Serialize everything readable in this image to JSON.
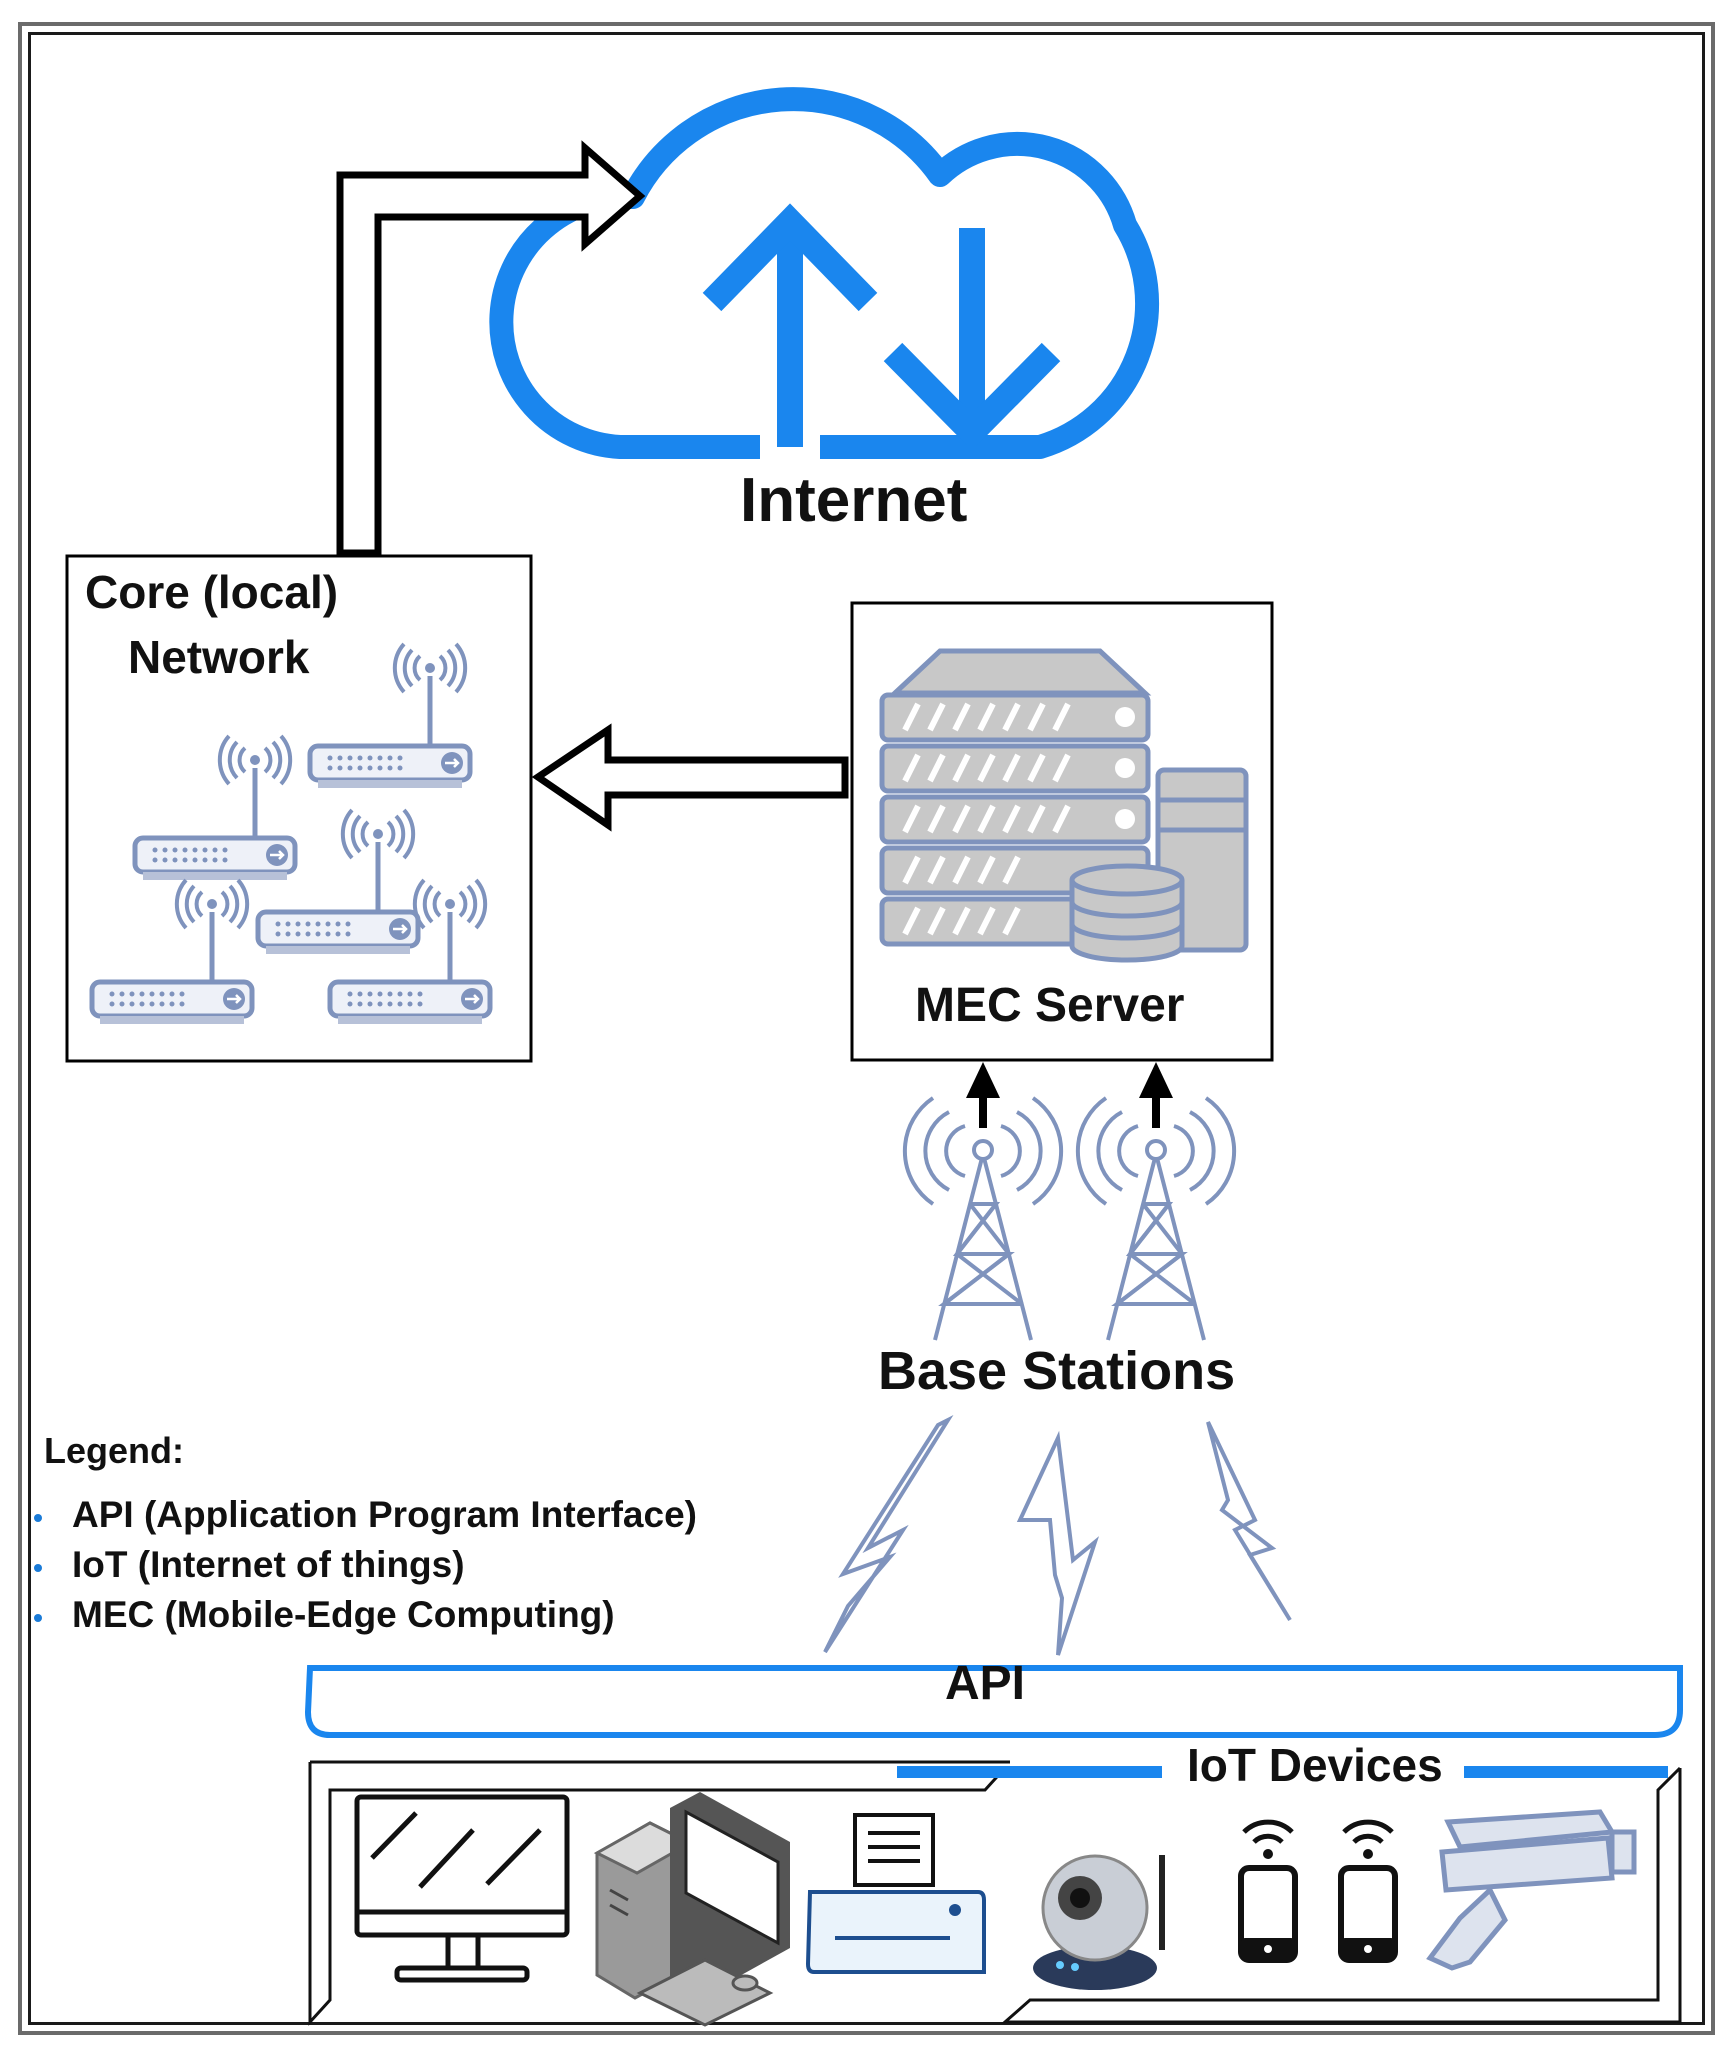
{
  "labels": {
    "internet": "Internet",
    "core_line1": "Core (local)",
    "core_line2": "Network",
    "mec_server": "MEC Server",
    "base_stations": "Base Stations",
    "api": "API",
    "iot_devices": "IoT Devices"
  },
  "legend": {
    "title": "Legend:",
    "items": [
      "API (Application Program Interface)",
      "IoT (Internet of things)",
      "MEC (Mobile-Edge Computing)"
    ]
  },
  "colors": {
    "cloud_blue": "#1a86ee",
    "icon_gray_blue": "#7f93bd",
    "server_gray": "#c8c8c8",
    "arrow_black": "#000000"
  },
  "icons": [
    "cloud-icon",
    "router-icon",
    "server-rack-icon",
    "database-icon",
    "cell-tower-icon",
    "lightning-icon",
    "monitor-icon",
    "desktop-pc-icon",
    "printer-icon",
    "ip-camera-icon",
    "smartphone-icon",
    "cctv-camera-icon"
  ]
}
